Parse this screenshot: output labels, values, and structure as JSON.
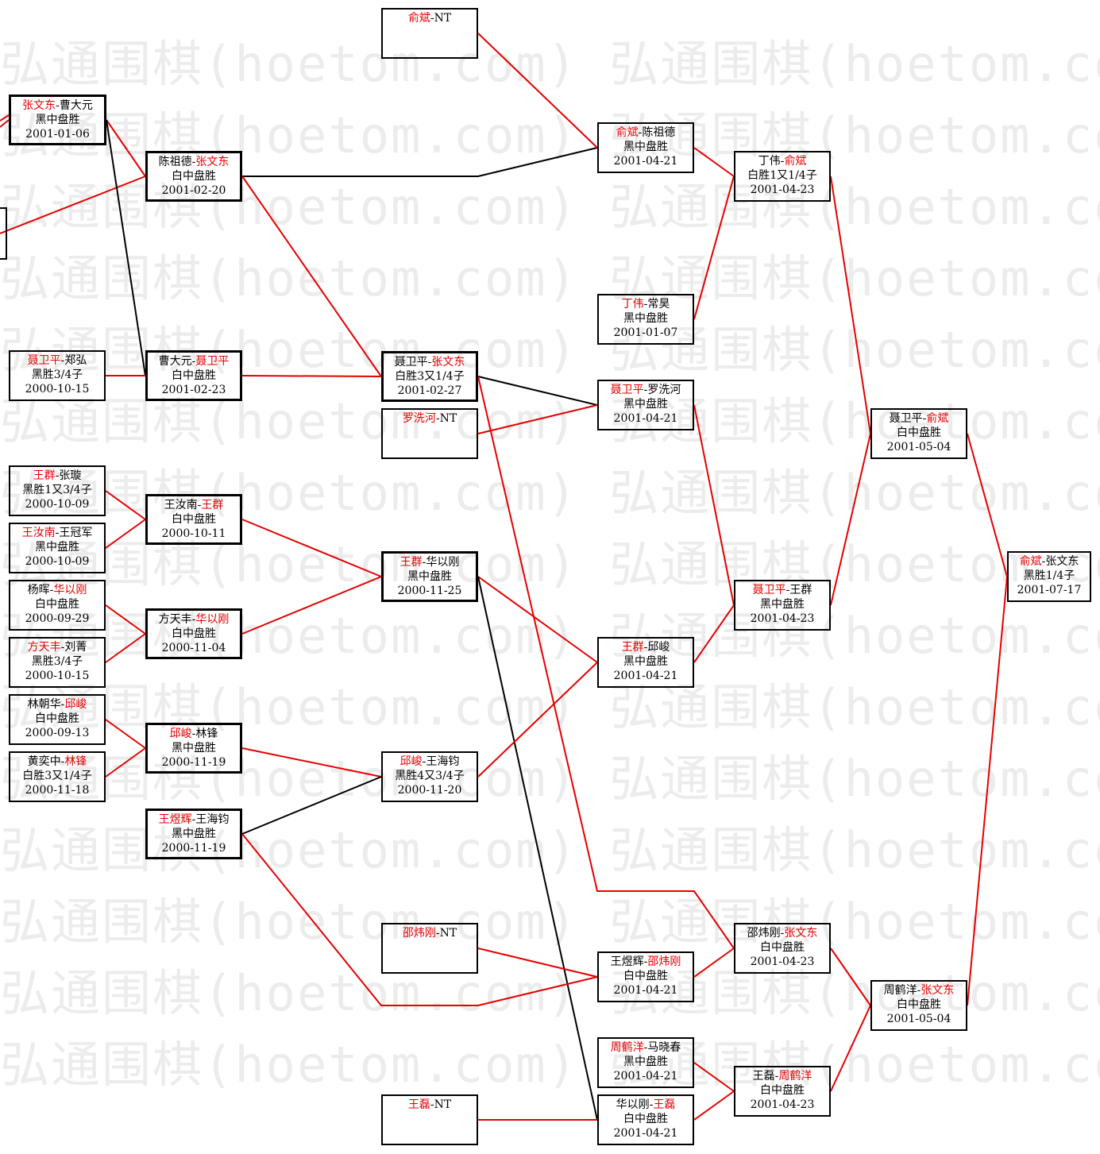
{
  "watermark": "弘通围棋(hoetom.com) 弘通围棋(hoetom.com) 弘",
  "colors": {
    "winner_line": "#e60000",
    "loser_line": "#000000",
    "winner_text": "#e60000"
  },
  "games": [
    {
      "id": "yubin-nt",
      "black": "俞斌",
      "white": "NT",
      "winner": "black",
      "result": "",
      "date": ""
    },
    {
      "id": "zhangwd-caody",
      "black": "张文东",
      "white": "曹大元",
      "winner": "black",
      "result": "黑中盘胜",
      "date": "2001-01-06"
    },
    {
      "id": "chenzd-zhangwd",
      "black": "陈祖德",
      "white": "张文东",
      "winner": "white",
      "result": "白中盘胜",
      "date": "2001-02-20"
    },
    {
      "id": "niewp-zhengh",
      "black": "聂卫平",
      "white": "郑弘",
      "winner": "black",
      "result": "黑胜3/4子",
      "date": "2000-10-15"
    },
    {
      "id": "caody-niewp",
      "black": "曹大元",
      "white": "聂卫平",
      "winner": "white",
      "result": "白中盘胜",
      "date": "2001-02-23"
    },
    {
      "id": "niewp-zhangwd",
      "black": "聂卫平",
      "white": "张文东",
      "winner": "white",
      "result": "白胜3又1/4子",
      "date": "2001-02-27"
    },
    {
      "id": "luoxh-nt",
      "black": "罗洗河",
      "white": "NT",
      "winner": "black",
      "result": "",
      "date": ""
    },
    {
      "id": "wangq-zhangx",
      "black": "王群",
      "white": "张璇",
      "winner": "black",
      "result": "黑胜1又3/4子",
      "date": "2000-10-09"
    },
    {
      "id": "wangrn-wanggj",
      "black": "王汝南",
      "white": "王冠军",
      "winner": "black",
      "result": "黑中盘胜",
      "date": "2000-10-09"
    },
    {
      "id": "wangrn-wangq",
      "black": "王汝南",
      "white": "王群",
      "winner": "white",
      "result": "白中盘胜",
      "date": "2000-10-11"
    },
    {
      "id": "yangh-huayg",
      "black": "杨晖",
      "white": "华以刚",
      "winner": "white",
      "result": "白中盘胜",
      "date": "2000-09-29"
    },
    {
      "id": "fangtf-liuj",
      "black": "方天丰",
      "white": "刘菁",
      "winner": "black",
      "result": "黑胜3/4子",
      "date": "2000-10-15"
    },
    {
      "id": "fangtf-huayg",
      "black": "方天丰",
      "white": "华以刚",
      "winner": "white",
      "result": "白中盘胜",
      "date": "2000-11-04"
    },
    {
      "id": "wangq-huayg",
      "black": "王群",
      "white": "华以刚",
      "winner": "black",
      "result": "黑中盘胜",
      "date": "2000-11-25"
    },
    {
      "id": "linch-qiuj",
      "black": "林朝华",
      "white": "邱峻",
      "winner": "white",
      "result": "白中盘胜",
      "date": "2000-09-13"
    },
    {
      "id": "huangyz-linf",
      "black": "黄奕中",
      "white": "林锋",
      "winner": "white",
      "result": "白胜3又1/4子",
      "date": "2000-11-18"
    },
    {
      "id": "qiuj-linf",
      "black": "邱峻",
      "white": "林锋",
      "winner": "black",
      "result": "黑中盘胜",
      "date": "2000-11-19"
    },
    {
      "id": "wangyh-wanghj",
      "black": "王煜辉",
      "white": "王海钧",
      "winner": "black",
      "result": "黑中盘胜",
      "date": "2000-11-19"
    },
    {
      "id": "qiuj-wanghj",
      "black": "邱峻",
      "white": "王海钧",
      "winner": "black",
      "result": "黑胜4又3/4子",
      "date": "2000-11-20"
    },
    {
      "id": "shaowg-nt",
      "black": "邵炜刚",
      "white": "NT",
      "winner": "black",
      "result": "",
      "date": ""
    },
    {
      "id": "wangl-nt",
      "black": "王磊",
      "white": "NT",
      "winner": "black",
      "result": "",
      "date": ""
    },
    {
      "id": "yubin-chenzd",
      "black": "俞斌",
      "white": "陈祖德",
      "winner": "black",
      "result": "黑中盘胜",
      "date": "2001-04-21"
    },
    {
      "id": "dingw-changh",
      "black": "丁伟",
      "white": "常昊",
      "winner": "black",
      "result": "黑中盘胜",
      "date": "2001-01-07"
    },
    {
      "id": "niewp-luoxh",
      "black": "聂卫平",
      "white": "罗洗河",
      "winner": "black",
      "result": "黑中盘胜",
      "date": "2001-04-21"
    },
    {
      "id": "wangq-qiuj",
      "black": "王群",
      "white": "邱峻",
      "winner": "black",
      "result": "黑中盘胜",
      "date": "2001-04-21"
    },
    {
      "id": "wangyh-shaowg",
      "black": "王煜辉",
      "white": "邵炜刚",
      "winner": "white",
      "result": "白中盘胜",
      "date": "2001-04-21"
    },
    {
      "id": "zhouhy-maxc",
      "black": "周鹤洋",
      "white": "马晓春",
      "winner": "black",
      "result": "黑中盘胜",
      "date": "2001-04-21"
    },
    {
      "id": "huayg-wangl",
      "black": "华以刚",
      "white": "王磊",
      "winner": "white",
      "result": "白中盘胜",
      "date": "2001-04-21"
    },
    {
      "id": "dingw-yubin",
      "black": "丁伟",
      "white": "俞斌",
      "winner": "white",
      "result": "白胜1又1/4子",
      "date": "2001-04-23"
    },
    {
      "id": "niewp-wangq",
      "black": "聂卫平",
      "white": "王群",
      "winner": "black",
      "result": "黑中盘胜",
      "date": "2001-04-23"
    },
    {
      "id": "shaowg-zhangwd",
      "black": "邵炜刚",
      "white": "张文东",
      "winner": "white",
      "result": "白中盘胜",
      "date": "2001-04-23"
    },
    {
      "id": "wangl-zhouhy",
      "black": "王磊",
      "white": "周鹤洋",
      "winner": "white",
      "result": "白中盘胜",
      "date": "2001-04-23"
    },
    {
      "id": "niewp-yubin",
      "black": "聂卫平",
      "white": "俞斌",
      "winner": "white",
      "result": "白中盘胜",
      "date": "2001-05-04"
    },
    {
      "id": "zhouhy-zhangwd",
      "black": "周鹤洋",
      "white": "张文东",
      "winner": "white",
      "result": "白中盘胜",
      "date": "2001-05-04"
    },
    {
      "id": "yubin-zhangwd",
      "black": "俞斌",
      "white": "张文东",
      "winner": "black",
      "result": "黑胜1/4子",
      "date": "2001-07-17"
    }
  ]
}
